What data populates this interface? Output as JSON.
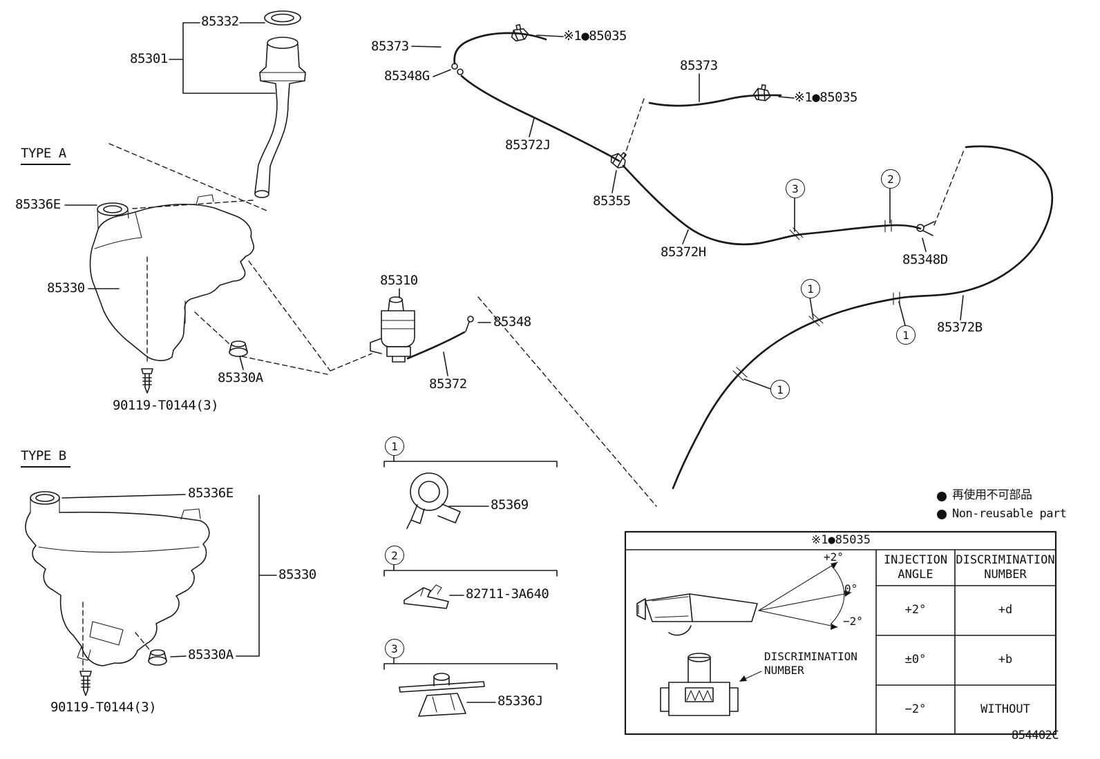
{
  "colors": {
    "ink": "#1a1a1a",
    "background": "#ffffff"
  },
  "type_sections": {
    "a": "TYPE A",
    "b": "TYPE B"
  },
  "parts": {
    "p85332": "85332",
    "p85301": "85301",
    "p85373_left": "85373",
    "p85035_left": "※1●85035",
    "p85348G": "85348G",
    "p85373_right": "85373",
    "p85035_right": "※1●85035",
    "p85372J": "85372J",
    "p85355": "85355",
    "p85372H": "85372H",
    "p85348D": "85348D",
    "p85372B": "85372B",
    "p85336E_a": "85336E",
    "p85330_a": "85330",
    "p85330A_a": "85330A",
    "p90119_a": "90119-T0144(3)",
    "p85310": "85310",
    "p85348": "85348",
    "p85372": "85372",
    "p85336E_b": "85336E",
    "p85330_b": "85330",
    "p85330A_b": "85330A",
    "p90119_b": "90119-T0144(3)",
    "p85369": "85369",
    "p82711": "82711-3A640",
    "p85336J": "85336J"
  },
  "callouts": {
    "one": "1",
    "two": "2",
    "three": "3"
  },
  "legend": {
    "bullet_jp": "再使用不可部品",
    "bullet_en": "Non-reusable part"
  },
  "table": {
    "title": "※1●85035",
    "headers": {
      "angle": "INJECTION ANGLE",
      "number": "DISCRIMINATION NUMBER"
    },
    "rows": [
      {
        "angle": "+2°",
        "number": "+d"
      },
      {
        "angle": "±0°",
        "number": "+b"
      },
      {
        "angle": "−2°",
        "number": "WITHOUT"
      }
    ],
    "annotations": {
      "plus2": "+2°",
      "zero": "0°",
      "minus2": "−2°",
      "disc": "DISCRIMINATION NUMBER"
    }
  },
  "footer": {
    "drawing_code": "854402C"
  }
}
